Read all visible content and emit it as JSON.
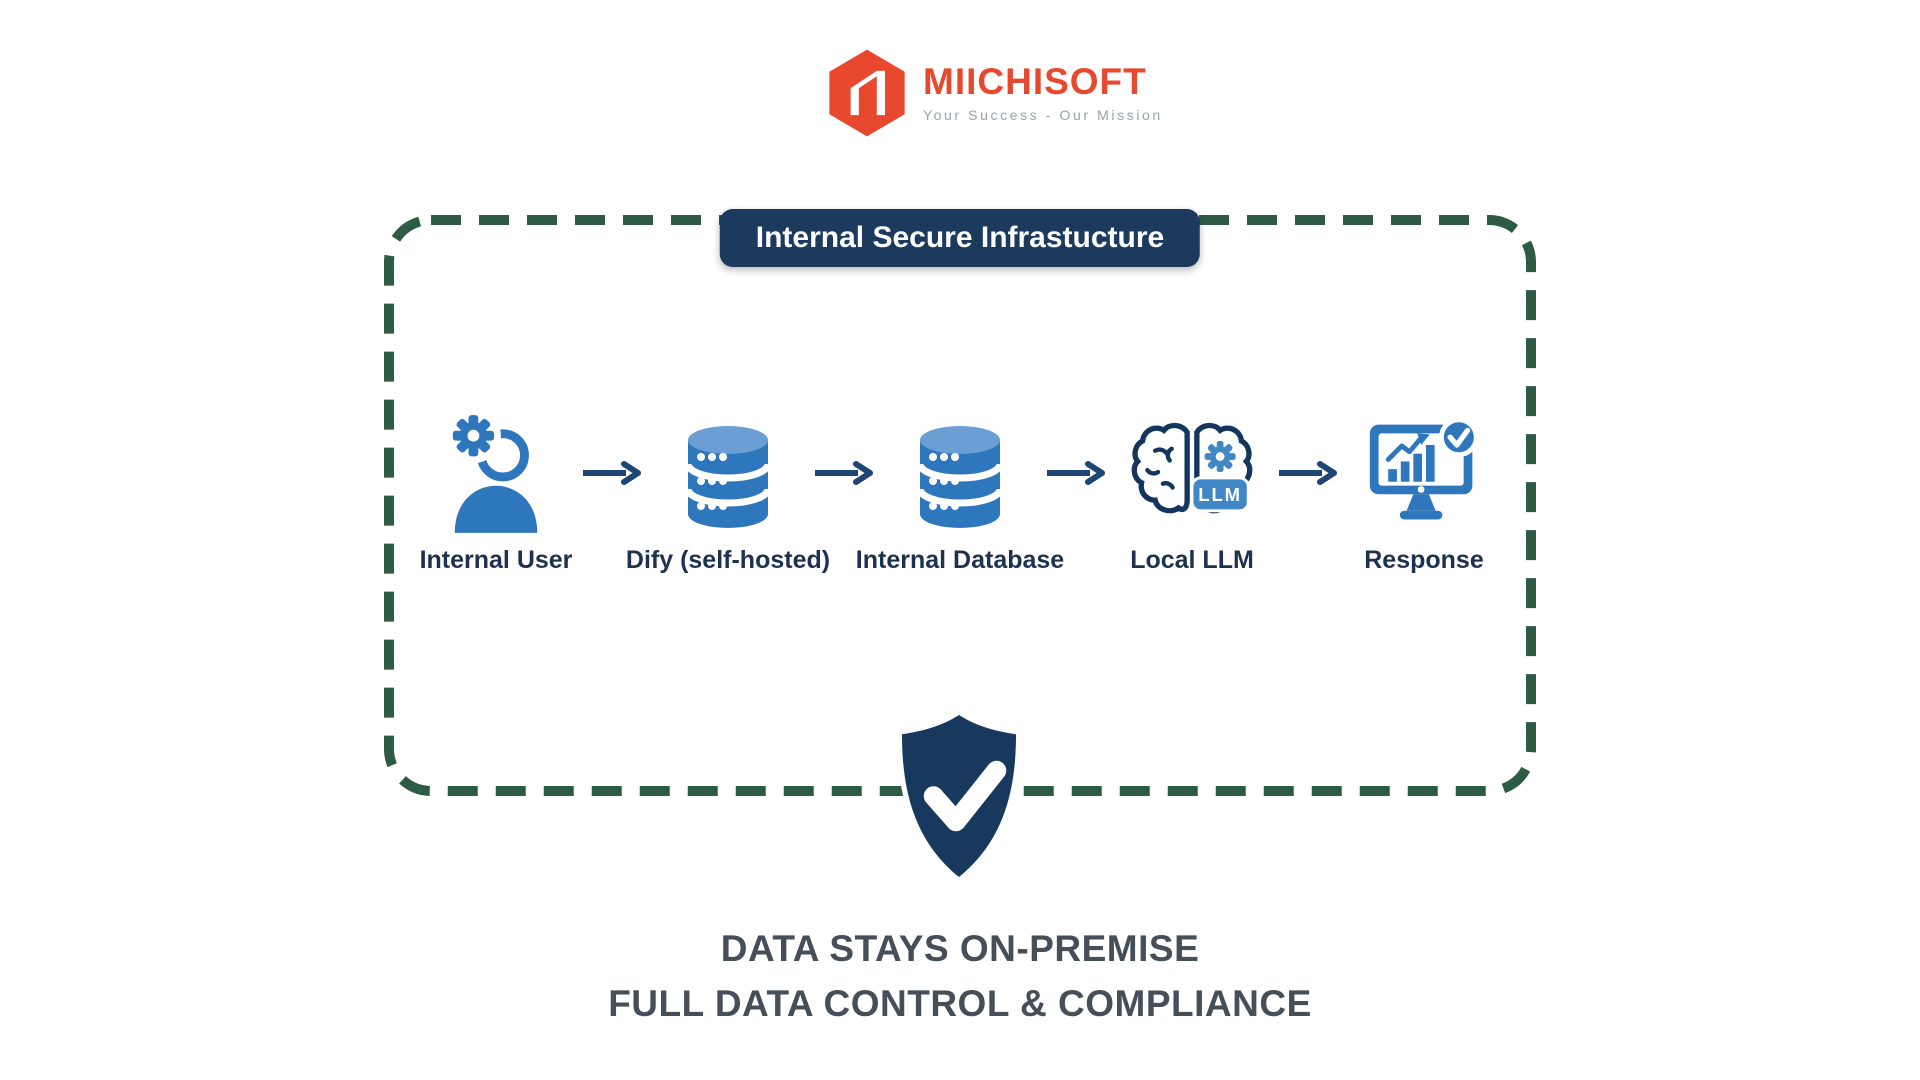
{
  "colors": {
    "background": "#FFFFFF",
    "brand_red": "#E8492E",
    "tagline_gray": "#9AA2AB",
    "banner_navy": "#1C3A5E",
    "icon_blue": "#2E77BD",
    "icon_blue_light": "#6B9FD4",
    "brain_navy": "#14365C",
    "badge_blue": "#4187C6",
    "arrow_navy": "#1D4674",
    "border_green": "#2D5B44",
    "label_navy": "#1D3150",
    "footer_gray": "#454E59",
    "shield_navy": "#17395E"
  },
  "logo": {
    "brand": "MIICHISOFT",
    "tagline": "Your Success - Our Mission"
  },
  "diagram": {
    "banner": {
      "label": "Internal Secure Infrastucture"
    },
    "flow": {
      "nodes": [
        {
          "label": "Internal User",
          "icon": "user-gear"
        },
        {
          "label": "Dify (self-hosted)",
          "icon": "database"
        },
        {
          "label": "Internal Database",
          "icon": "database"
        },
        {
          "label": "Local LLM",
          "icon": "brain-gear",
          "badge": "LLM"
        },
        {
          "label": "Response",
          "icon": "monitor-check"
        }
      ]
    },
    "shield_icon": "shield-check"
  },
  "footer": {
    "line1": "DATA STAYS ON-PREMISE",
    "line2": "FULL DATA CONTROL & COMPLIANCE"
  }
}
